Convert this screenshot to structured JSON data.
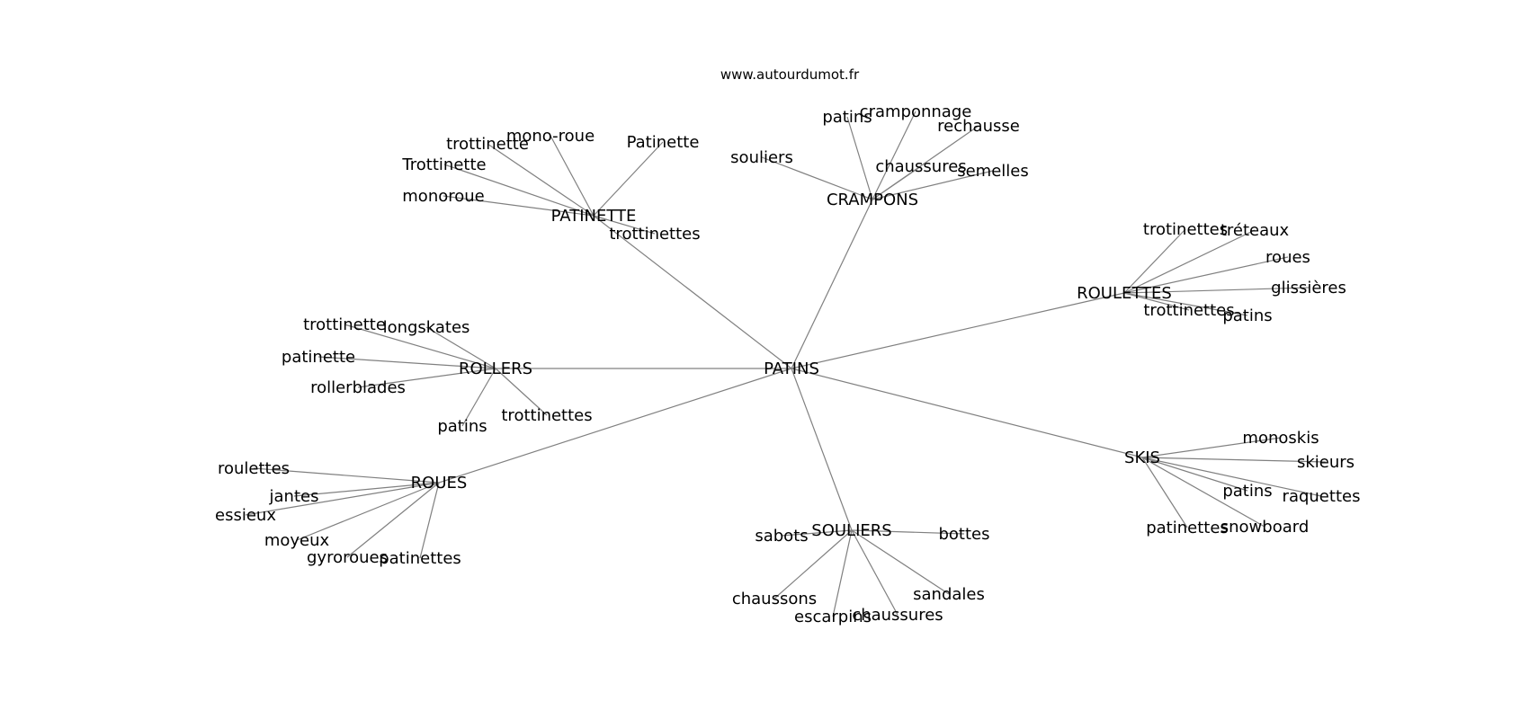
{
  "source": "www.autourdumot.fr",
  "colors": {
    "edge": "#808080",
    "text": "#000000",
    "background": "#ffffff"
  },
  "graph": {
    "center": "PATINS",
    "clusters": [
      {
        "id": "crampons",
        "hub": "CRAMPONS",
        "leaves": [
          "patins",
          "cramponnage",
          "rechausse",
          "souliers",
          "chaussures",
          "semelles"
        ]
      },
      {
        "id": "patinette",
        "hub": "PATINETTE",
        "leaves": [
          "trottinette",
          "mono-roue",
          "Patinette",
          "Trottinette",
          "monoroue",
          "trottinettes"
        ]
      },
      {
        "id": "roulettes",
        "hub": "ROULETTES",
        "leaves": [
          "trotinettes",
          "tréteaux",
          "roues",
          "glissières",
          "trottinettes",
          "patins"
        ]
      },
      {
        "id": "rollers",
        "hub": "ROLLERS",
        "leaves": [
          "trottinette",
          "longskates",
          "patinette",
          "rollerblades",
          "patins",
          "trottinettes"
        ]
      },
      {
        "id": "roues",
        "hub": "ROUES",
        "leaves": [
          "roulettes",
          "jantes",
          "essieux",
          "moyeux",
          "gyroroues",
          "patinettes"
        ]
      },
      {
        "id": "souliers",
        "hub": "SOULIERS",
        "leaves": [
          "sabots",
          "bottes",
          "chaussons",
          "escarpins",
          "chaussures",
          "sandales"
        ]
      },
      {
        "id": "skis",
        "hub": "SKIS",
        "leaves": [
          "monoskis",
          "skieurs",
          "patins",
          "raquettes",
          "patinettes",
          "snowboard"
        ]
      }
    ]
  }
}
